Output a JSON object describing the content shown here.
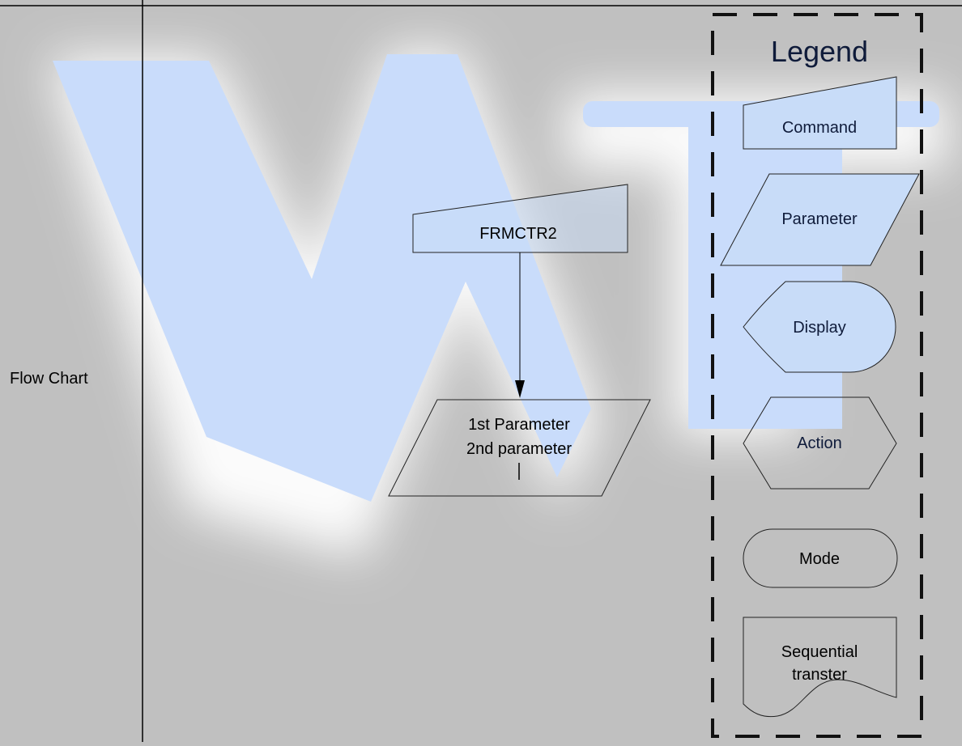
{
  "row_label": "Flow Chart",
  "flow": {
    "command": "FRMCTR2",
    "parameters": [
      "1st Parameter",
      "2nd parameter"
    ]
  },
  "legend": {
    "title": "Legend",
    "items": {
      "command": "Command",
      "parameter": "Parameter",
      "display": "Display",
      "action": "Action",
      "mode": "Mode",
      "sequential_line1": "Sequential",
      "sequential_line2": "transter"
    }
  },
  "colors": {
    "background": "#c0c0c0",
    "watermark": "#c9dcfb",
    "glow": "#ffffff",
    "shape_fill": "#c8dcf8",
    "line": "#000000",
    "text": "#0f1b3a"
  }
}
